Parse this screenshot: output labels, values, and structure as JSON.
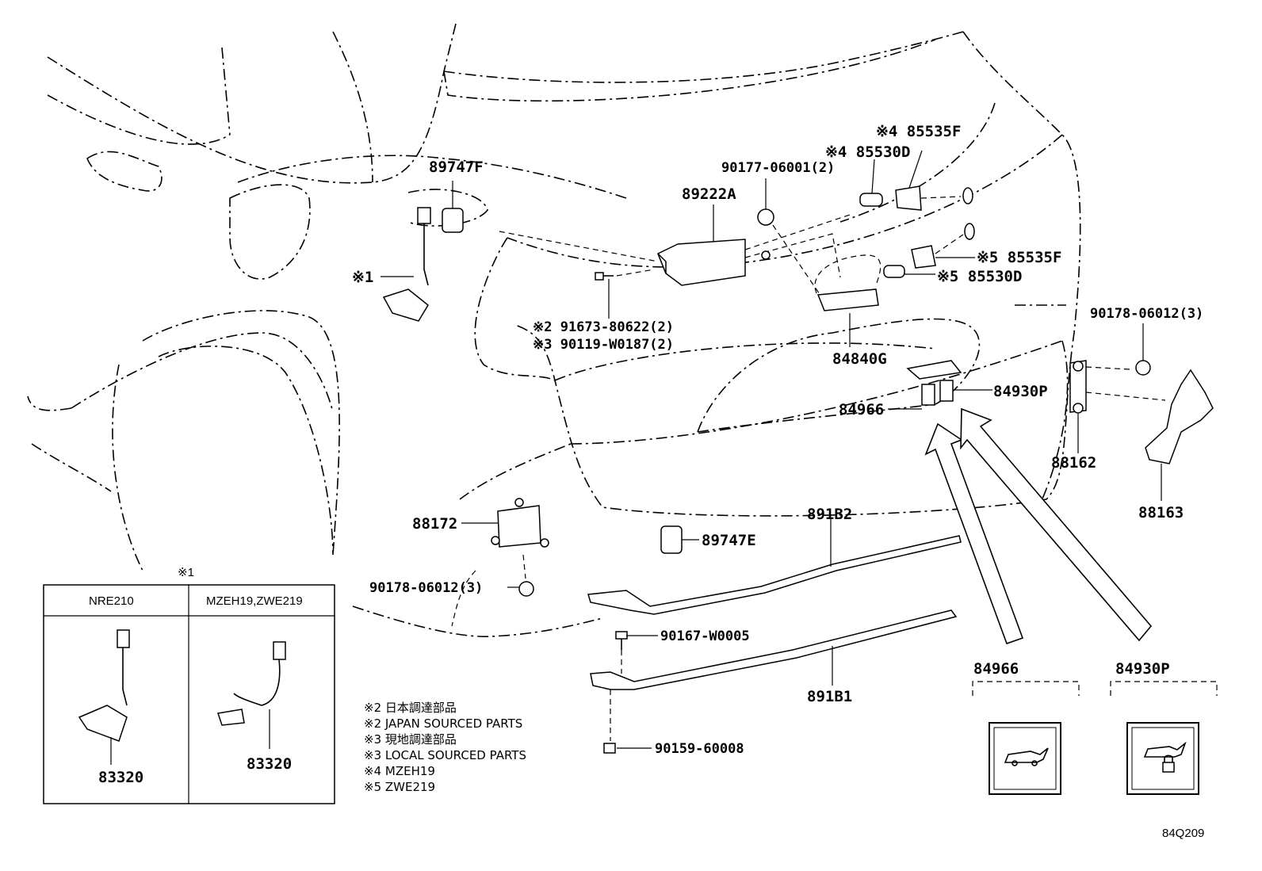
{
  "diagram_code": "84Q209",
  "parts": {
    "p89747F": "89747F",
    "p89222A": "89222A",
    "p90177": "90177-06001(2)",
    "p85535F_a": "※4 85535F",
    "p85530D_a": "※4 85530D",
    "p85535F_b": "※5 85535F",
    "p85530D_b": "※5 85530D",
    "p90178_right": "90178-06012(3)",
    "note1_marker": "※1",
    "p91673": "※2 91673-80622(2)",
    "p90119": "※3 90119-W0187(2)",
    "p84840G": "84840G",
    "p84966": "84966",
    "p84930P": "84930P",
    "p88162": "88162",
    "p88163": "88163",
    "p88172": "88172",
    "p89747E": "89747E",
    "p891B2": "891B2",
    "p90178_left": "90178-06012(3)",
    "p90167": "90167-W0005",
    "p891B1": "891B1",
    "p90159": "90159-60008"
  },
  "inset_note1": {
    "title": "※1",
    "col1_header": "NRE210",
    "col2_header": "MZEH19,ZWE219",
    "col1_part": "83320",
    "col2_part": "83320"
  },
  "inset_switches": {
    "left_label": "84966",
    "right_label": "84930P",
    "left_icon": "car-hatch-icon",
    "right_icon": "car-hatch-lock-icon"
  },
  "legend": [
    "※2 日本調達部品",
    "※2 JAPAN SOURCED PARTS",
    "※3 現地調達部品",
    "※3 LOCAL SOURCED PARTS",
    "※4 MZEH19",
    "※5 ZWE219"
  ]
}
